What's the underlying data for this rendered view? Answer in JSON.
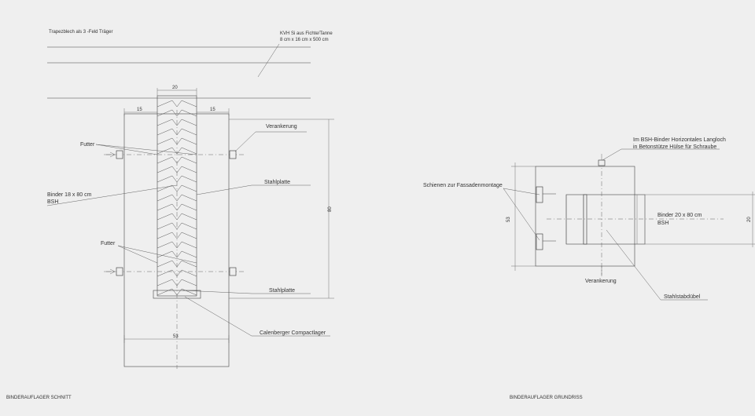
{
  "left": {
    "trapezblech": "Trapezblech als 3 -Feld Träger",
    "kvh_line1": "KVH Si aus Fichte/Tanne",
    "kvh_line2": "8 cm x 16 cm x 500 cm",
    "dim_top": "20",
    "dim_left": "15",
    "dim_right": "15",
    "dim_height": "80",
    "dim_bottom": "53",
    "verankerung": "Verankerung",
    "futter_top": "Futter",
    "futter_bottom": "Futter",
    "stahlplatte_top": "Stahlplatte",
    "stahlplatte_bottom": "Stahlplatte",
    "binder_line1": "Binder 18 x 80 cm",
    "binder_line2": "BSH",
    "calenberger": "Calenberger Compactlager",
    "footer": "BINDERAUFLAGER SCHNITT"
  },
  "right": {
    "note_line1": "Im BSH-Binder Horizontales Langloch",
    "note_line2": "in Betonstütze Hülse für Schraube",
    "schienen": "Schienen zur Fassadenmontage",
    "binder_line1": "Binder 20 x 80 cm",
    "binder_line2": "BSH",
    "dim_left": "53",
    "dim_right": "20",
    "verankerung": "Verankerung",
    "stahlstab": "Stahlstabdübel",
    "footer": "BINDERAUFLAGER GRUNDRISS"
  }
}
